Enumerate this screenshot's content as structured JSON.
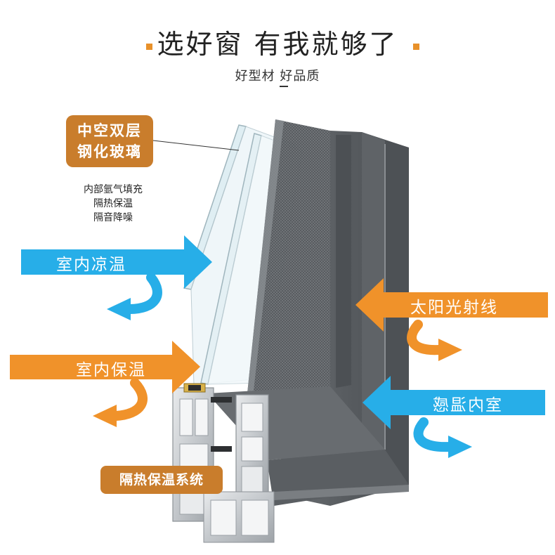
{
  "header": {
    "title": "选好窗  有我就够了",
    "subtitle": "好型材 好品质"
  },
  "glass_badge": {
    "line1": "中空双层",
    "line2": "钢化玻璃"
  },
  "glass_features": [
    "内部氩气填充",
    "隔热保温",
    "隔音降噪"
  ],
  "arrows": {
    "indoor_cool": "室内凉温",
    "indoor_warm": "室内保温",
    "sun_rays": "太阳光射线",
    "indoor_room": "室内温感"
  },
  "system_badge": "隔热保温系统",
  "colors": {
    "orange": "#f0922a",
    "blue": "#27aee8",
    "badge_brown": "#c97d2c",
    "frame_gray": "#5b5f63"
  }
}
